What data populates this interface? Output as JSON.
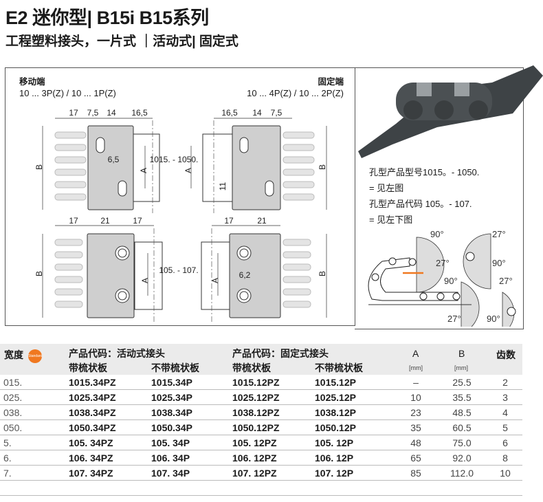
{
  "title": "E2 迷你型| B15i B15系列",
  "subtitle": "工程塑料接头，一片式 ｜活动式| 固定式",
  "diagram": {
    "moving_end_label": "移动端",
    "moving_end_codes": "10 ... 3P(Z) / 10 ... 1P(Z)",
    "fixed_end_label": "固定端",
    "fixed_end_codes": "10 ... 4P(Z) / 10 ... 2P(Z)",
    "top": {
      "dims_left": [
        "17",
        "7,5",
        "14",
        "16,5"
      ],
      "dims_right": [
        "16,5",
        "14",
        "7,5"
      ],
      "hole": "6,5",
      "range": "1015. - 1050.",
      "slot": "11",
      "A": "A",
      "B": "B"
    },
    "bottom": {
      "dims_left": [
        "17",
        "21",
        "17"
      ],
      "dims_right": [
        "17",
        "21"
      ],
      "hole": "6,2",
      "range": "105. - 107.",
      "A": "A",
      "B": "B"
    }
  },
  "side_panel": {
    "notes": [
      "孔型产品型号1015。- 1050.",
      "= 见左图",
      "孔型产品代码 105。- 107.",
      "= 见左下图"
    ],
    "angles": [
      "90°",
      "27°",
      "27°",
      "90°",
      "90°",
      "27°",
      "27°",
      "90°"
    ],
    "arrow_color": "#f07820"
  },
  "table": {
    "badge": "Standard",
    "headers": {
      "width": "宽度",
      "moving_group": "产品代码：活动式接头",
      "fixed_group": "产品代码：固定式接头",
      "with_comb": "带梳状板",
      "without_comb": "不带梳状板",
      "A": "A",
      "B": "B",
      "teeth": "齿数",
      "unit": "[mm]"
    },
    "rows": [
      {
        "w": "015.",
        "m1": "1015.34PZ",
        "m2": "1015.34P",
        "f1": "1015.12PZ",
        "f2": "1015.12P",
        "a": "–",
        "b": "25.5",
        "t": "2"
      },
      {
        "w": "025.",
        "m1": "1025.34PZ",
        "m2": "1025.34P",
        "f1": "1025.12PZ",
        "f2": "1025.12P",
        "a": "10",
        "b": "35.5",
        "t": "3"
      },
      {
        "w": "038.",
        "m1": "1038.34PZ",
        "m2": "1038.34P",
        "f1": "1038.12PZ",
        "f2": "1038.12P",
        "a": "23",
        "b": "48.5",
        "t": "4"
      },
      {
        "w": "050.",
        "m1": "1050.34PZ",
        "m2": "1050.34P",
        "f1": "1050.12PZ",
        "f2": "1050.12P",
        "a": "35",
        "b": "60.5",
        "t": "5"
      },
      {
        "w": "5.",
        "m1": "105. 34PZ",
        "m2": "105. 34P",
        "f1": "105. 12PZ",
        "f2": "105. 12P",
        "a": "48",
        "b": "75.0",
        "t": "6"
      },
      {
        "w": "6.",
        "m1": "106. 34PZ",
        "m2": "106. 34P",
        "f1": "106. 12PZ",
        "f2": "106. 12P",
        "a": "65",
        "b": "92.0",
        "t": "8"
      },
      {
        "w": "7.",
        "m1": "107. 34PZ",
        "m2": "107. 34P",
        "f1": "107. 12PZ",
        "f2": "107. 12P",
        "a": "85",
        "b": "112.0",
        "t": "10"
      }
    ]
  }
}
